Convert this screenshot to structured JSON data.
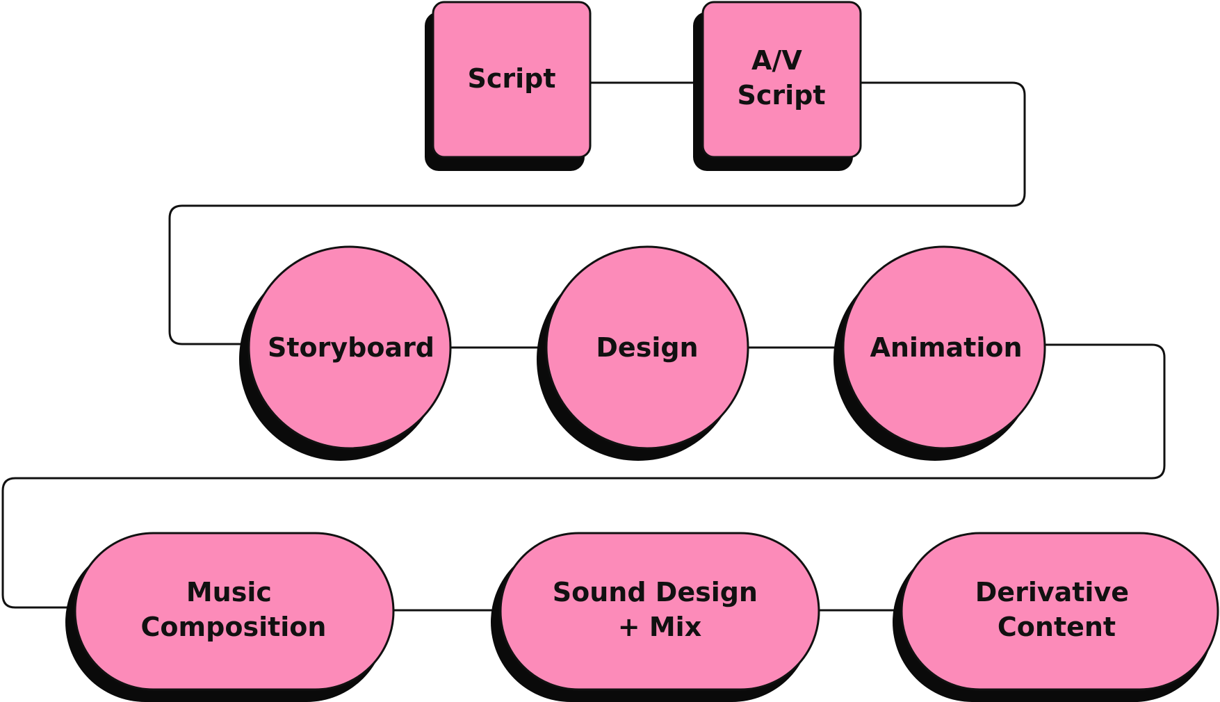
{
  "diagram": {
    "colors": {
      "node_fill": "#fc8bb9",
      "node_shadow": "#0a0a0a",
      "stroke": "#111111",
      "background": "#ffffff"
    },
    "nodes": {
      "script": {
        "lines": [
          "Script"
        ]
      },
      "av_script": {
        "lines": [
          "A/V",
          "Script"
        ]
      },
      "storyboard": {
        "lines": [
          "Storyboard"
        ]
      },
      "design": {
        "lines": [
          "Design"
        ]
      },
      "animation": {
        "lines": [
          "Animation"
        ]
      },
      "music_composition": {
        "lines": [
          "Music",
          "Composition"
        ]
      },
      "sound_design_mix": {
        "lines": [
          "Sound Design",
          "+ Mix"
        ]
      },
      "derivative_content": {
        "lines": [
          "Derivative",
          "Content"
        ]
      }
    },
    "edges": [
      [
        "script",
        "av_script"
      ],
      [
        "av_script",
        "storyboard"
      ],
      [
        "storyboard",
        "design"
      ],
      [
        "design",
        "animation"
      ],
      [
        "animation",
        "music_composition"
      ],
      [
        "music_composition",
        "sound_design_mix"
      ],
      [
        "sound_design_mix",
        "derivative_content"
      ]
    ]
  }
}
